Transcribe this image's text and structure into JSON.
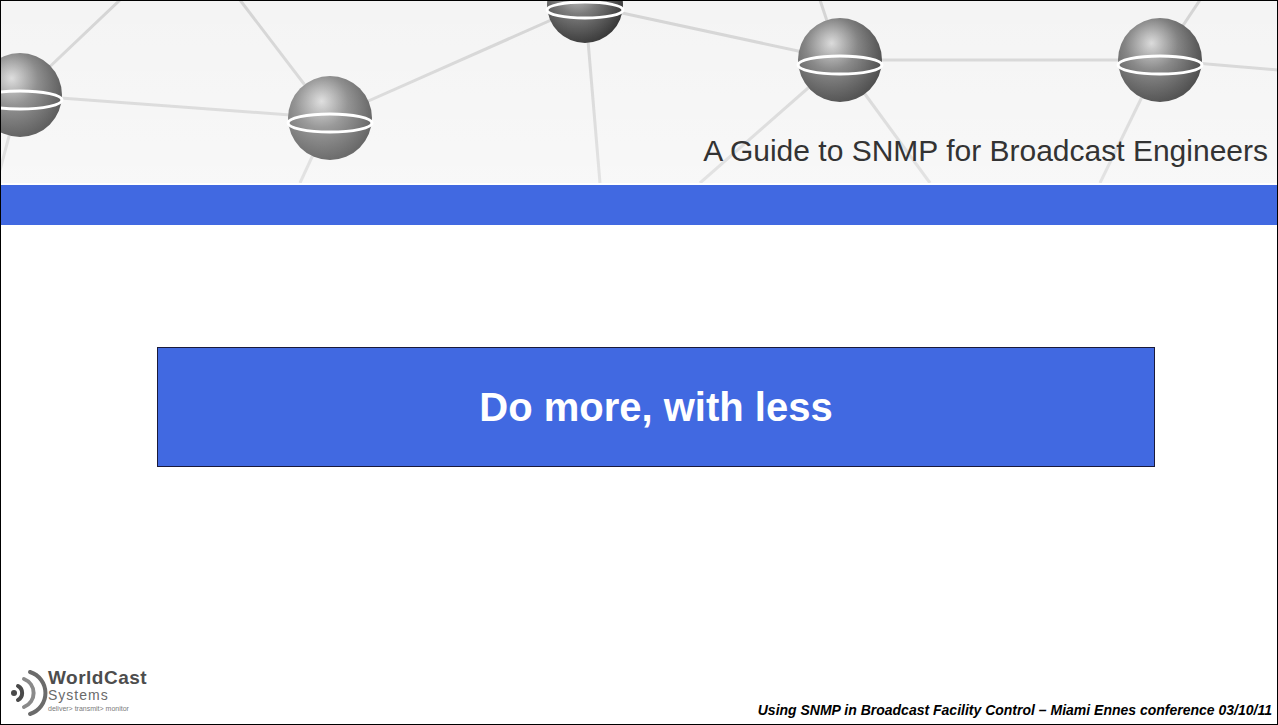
{
  "diagram": {
    "title": "A Guide to SNMP for Broadcast Engineers",
    "caption": "Using SNMP in Broadcast Facility Control – Miami Ennes conference 03/10/11",
    "nodes": [
      {
        "text": [
          "Do more, with less"
        ]
      }
    ],
    "labels": [
      "WorldCast",
      "Systems",
      "deliver> transmit> monitor"
    ]
  }
}
